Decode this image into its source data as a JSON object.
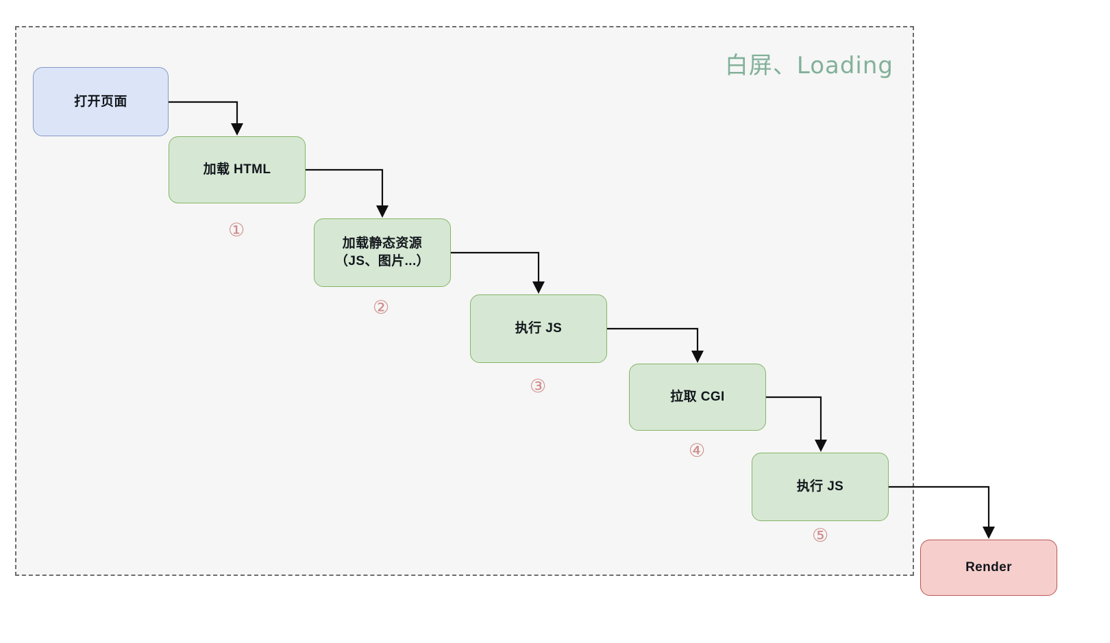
{
  "diagram": {
    "title": "白屏、Loading",
    "title_color": "#83b09a",
    "group": {
      "label": "白屏、Loading",
      "style": "dashed-container"
    },
    "nodes": [
      {
        "id": "open-page",
        "label": "打开页面",
        "color": "#dce4f7",
        "border": "#8497c4",
        "shape": "rounded-rect"
      },
      {
        "id": "load-html",
        "label": "加载 HTML",
        "color": "#d6e8d4",
        "border": "#85b366",
        "shape": "rounded-rect"
      },
      {
        "id": "load-static",
        "label": "加载静态资源\n（JS、图片...）",
        "color": "#d6e8d4",
        "border": "#85b366",
        "shape": "rounded-rect"
      },
      {
        "id": "exec-js-1",
        "label": "执行 JS",
        "color": "#d6e8d4",
        "border": "#85b366",
        "shape": "rounded-rect"
      },
      {
        "id": "fetch-cgi",
        "label": "拉取 CGI",
        "color": "#d6e8d4",
        "border": "#85b366",
        "shape": "rounded-rect"
      },
      {
        "id": "exec-js-2",
        "label": "执行 JS",
        "color": "#d6e8d4",
        "border": "#85b366",
        "shape": "rounded-rect"
      },
      {
        "id": "render",
        "label": "Render",
        "color": "#f6cfcd",
        "border": "#b85450",
        "shape": "rounded-rect"
      }
    ],
    "step_markers": [
      {
        "id": "step-1",
        "label": "①"
      },
      {
        "id": "step-2",
        "label": "②"
      },
      {
        "id": "step-3",
        "label": "③"
      },
      {
        "id": "step-4",
        "label": "④"
      },
      {
        "id": "step-5",
        "label": "⑤"
      }
    ],
    "edges": [
      {
        "from": "open-page",
        "to": "load-html"
      },
      {
        "from": "load-html",
        "to": "load-static"
      },
      {
        "from": "load-static",
        "to": "exec-js-1"
      },
      {
        "from": "exec-js-1",
        "to": "fetch-cgi"
      },
      {
        "from": "fetch-cgi",
        "to": "exec-js-2"
      },
      {
        "from": "exec-js-2",
        "to": "render"
      }
    ]
  }
}
